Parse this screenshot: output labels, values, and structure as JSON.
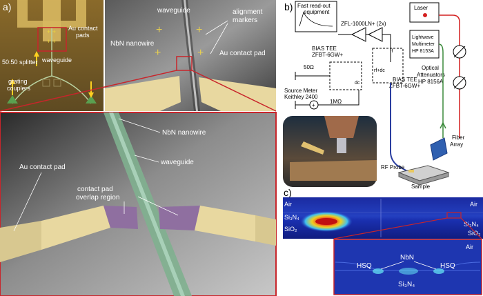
{
  "panel_a": {
    "label": "a)",
    "inset_labels": {
      "au_contact_pads": [
        "Au contact",
        "pads"
      ],
      "waveguide": "waveguide",
      "splitter": "50:50 splitter",
      "grating_couplers": [
        "grating",
        "couplers"
      ]
    },
    "zoom_labels": {
      "waveguide": "waveguide",
      "nbn_nanowire": "NbN nanowire",
      "alignment_markers": [
        "alignment",
        "markers"
      ],
      "au_contact_pad": "Au contact pad"
    },
    "sem_labels": {
      "nbn_nanowire": "NbN nanowire",
      "waveguide": "waveguide",
      "au_contact_pad": "Au contact pad",
      "overlap_region": [
        "contact pad",
        "overlap region"
      ]
    }
  },
  "panel_b": {
    "label": "b)",
    "readout": [
      "Fast read-out",
      "equipment"
    ],
    "amplifier": "ZFL-1000LN+ (2x)",
    "bias_tee_1": [
      "BIAS TEE",
      "ZFBT-6GW+"
    ],
    "bias_tee_2": [
      "BIAS TEE",
      "ZFBT-6GW+"
    ],
    "resistor_50": "50Ω",
    "resistor_1m": "1MΩ",
    "source_meter": [
      "Source Meter",
      "Keithley 2400"
    ],
    "port_rf_dc": "rf+dc",
    "port_rf": "rf",
    "port_dc": "dc",
    "laser": "Laser",
    "multimeter": [
      "Lightwave",
      "Multimeter",
      "HP 8153A"
    ],
    "attenuators": [
      "Optical",
      "Attenuators",
      "HP 8156A"
    ],
    "fiber_array": [
      "Fiber",
      "Array"
    ],
    "rf_probe": "RF Probe",
    "sample": "Sample"
  },
  "panel_c": {
    "label": "c)",
    "air_left": "Air",
    "air_right": "Air",
    "si3n4_left": "Si₃N₄",
    "si3n4_right": "Si₃N₄",
    "sio2_left": "SiO₂",
    "sio2_right": "SiO₂",
    "zoom": {
      "air": "Air",
      "hsq_left": "HSQ",
      "nbn": "NbN",
      "hsq_right": "HSQ",
      "si3n4": "Si₃N₄"
    }
  },
  "colors": {
    "frame_red": "#c8252b",
    "gold": "#e8d8a0",
    "waveguide_green": "#7fb08f",
    "overlap_purple": "#8f6fa0",
    "fiber_green": "#3a8a3a",
    "probe_blue": "#2a3ea0",
    "laser_red": "#d42020"
  }
}
